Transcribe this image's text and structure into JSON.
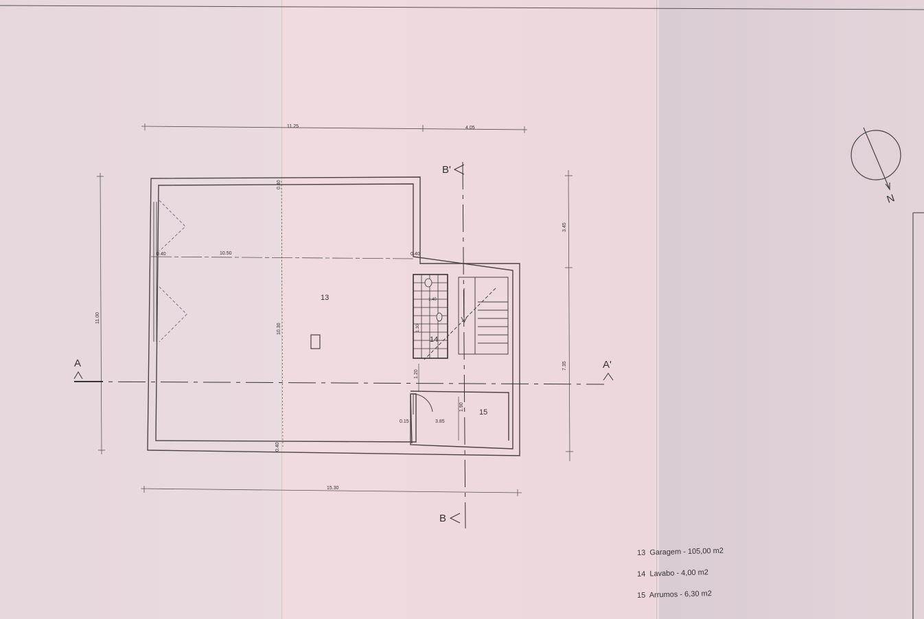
{
  "plan": {
    "rooms": [
      {
        "number": "13"
      },
      {
        "number": "14"
      },
      {
        "number": "15"
      }
    ],
    "dimensions": {
      "top_total": "11.25",
      "top_right": "4.05",
      "left_height": "11.00",
      "garage_width": "10.50",
      "wall_top": "0.40",
      "wall_left": "0.40",
      "wall_notch": "0.40",
      "wall_bottom": "0.40",
      "inner_height": "10.30",
      "corridor": "1.20",
      "lavabo_w": "1.40",
      "lavabo_h": "1.30",
      "storage_w": "3.85",
      "storage_h": "1.90",
      "storage_wall": "0.15",
      "right_upper": "3.45",
      "right_lower": "7.35",
      "bottom_total": "15.30"
    },
    "section_marks": {
      "a_left": "A",
      "a_right": "A'",
      "b_top": "B'",
      "b_bottom": "B"
    },
    "north_label": "N"
  },
  "legend": [
    {
      "number": "13",
      "text": "Garagem - 105,00 m2"
    },
    {
      "number": "14",
      "text": "Lavabo - 4,00 m2"
    },
    {
      "number": "15",
      "text": "Arrumos - 6,30 m2"
    }
  ]
}
